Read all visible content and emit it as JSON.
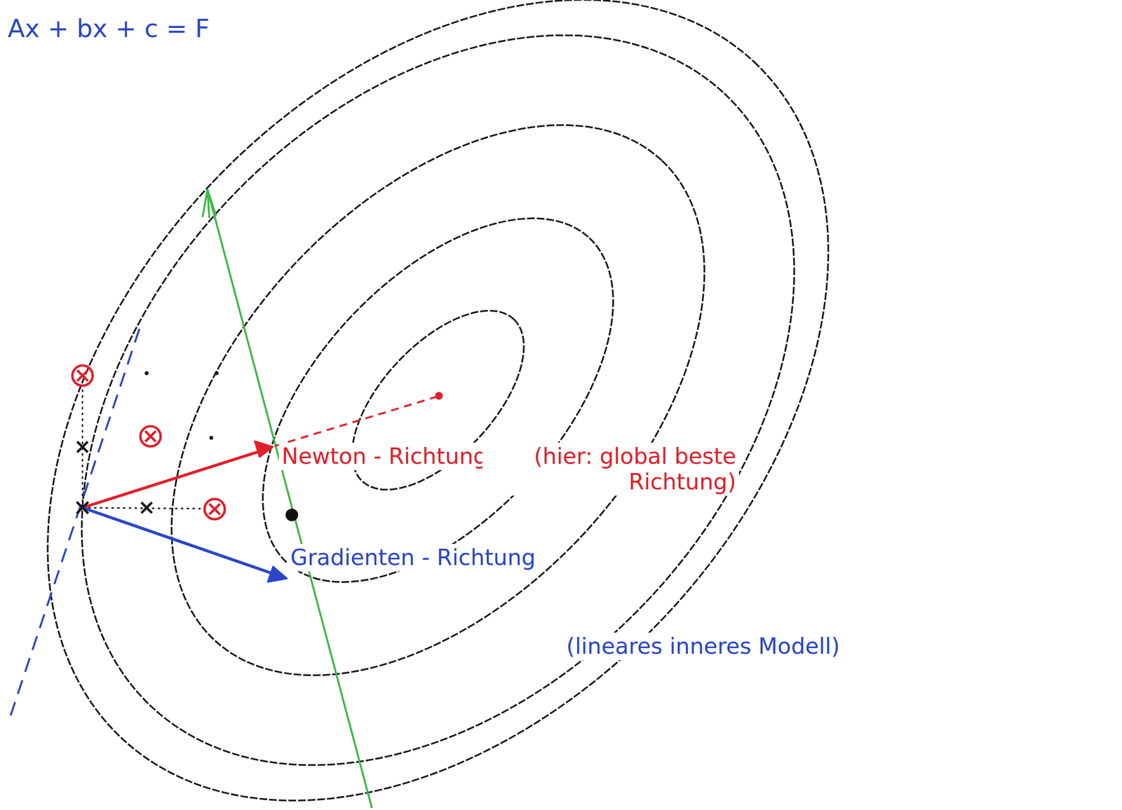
{
  "diagram": {
    "labels": [
      "Ax + bx + c = F",
      "Newton - Richtung",
      "(hier: global beste Richtung)",
      "Gradienten - Richtung",
      "(lineares inneres Modell)"
    ]
  }
}
